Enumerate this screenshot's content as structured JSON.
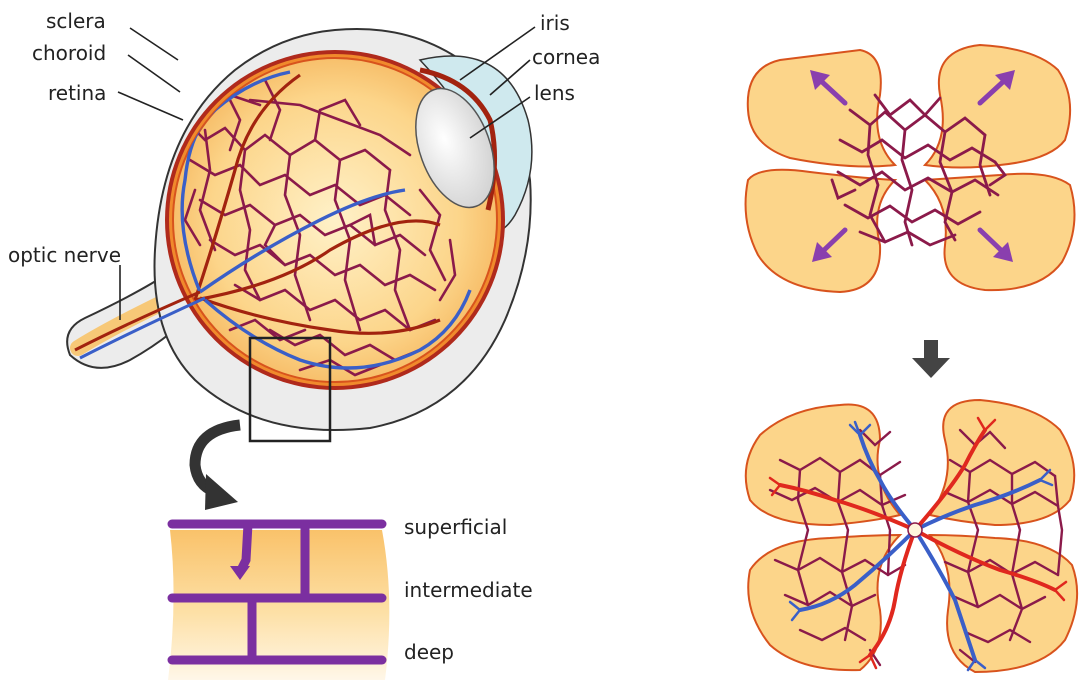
{
  "eye_labels": {
    "sclera": "sclera",
    "choroid": "choroid",
    "retina": "retina",
    "optic_nerve": "optic nerve",
    "iris": "iris",
    "cornea": "cornea",
    "lens": "lens"
  },
  "layer_labels": {
    "superficial": "superficial",
    "intermediate": "intermediate",
    "deep": "deep"
  },
  "colors": {
    "retina_fill": "#fcd58a",
    "retina_outline": "#d8531d",
    "vessel_capillary": "#8b1a4a",
    "vein": "#3a5fc8",
    "artery": "#e0281e",
    "sclera": "#eeeeee",
    "cornea": "#cfe9ee",
    "growth_arrow": "#8a3fae",
    "step_arrow": "#444444"
  }
}
